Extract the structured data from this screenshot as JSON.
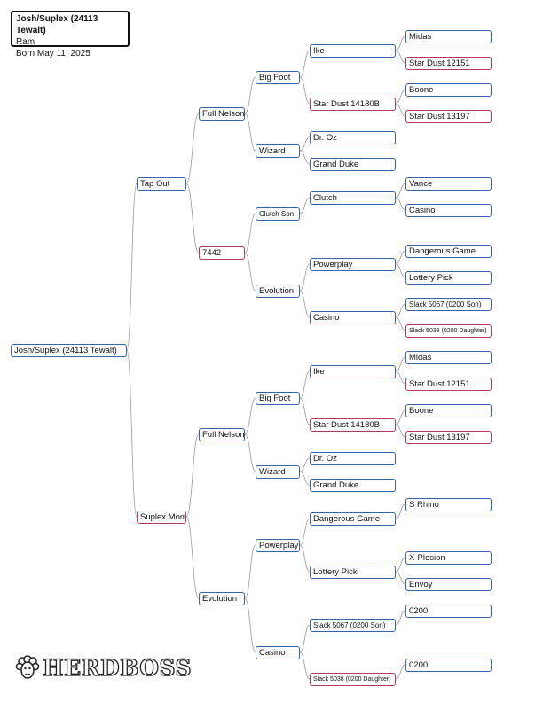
{
  "animal": {
    "name": "Josh/Suplex (24113 Tewalt)",
    "type": "Ram",
    "born": "Born May 11, 2025"
  },
  "logo": {
    "text": "HERDBOSS",
    "icon": "sheep-face-icon"
  },
  "colors": {
    "male": "#3a62a8",
    "female": "#b5375a",
    "line": "#9a9a9a"
  },
  "pedigree": {
    "root": "Josh/Suplex (24113 Tewalt)",
    "sire": {
      "name": "Tap Out",
      "sire": {
        "name": "Full Nelson",
        "sire": {
          "name": "Big Foot",
          "sire": {
            "name": "Ike",
            "sire": "Midas",
            "dam": "Star Dust 12151"
          },
          "dam": {
            "name": "Star Dust 14180B",
            "sire": "Boone",
            "dam": "Star Dust 13197"
          }
        },
        "dam": {
          "name": "Wizard",
          "sire": "Dr. Oz",
          "dam": "Grand Duke"
        }
      },
      "dam": {
        "name": "7442",
        "sire": {
          "name": "Clutch Son",
          "sire": {
            "name": "Clutch",
            "sire": "Vance",
            "dam": "Casino"
          }
        },
        "dam": {
          "name": "Evolution",
          "sire": {
            "name": "Powerplay",
            "sire": "Dangerous Game",
            "dam": "Lottery Pick"
          },
          "dam": {
            "name": "Casino",
            "sire": "Slack 5067 (0200 Son)",
            "dam": "Slack 5038 (0200 Daughter)"
          }
        }
      }
    },
    "dam": {
      "name": "Suplex Mom",
      "sire": {
        "name": "Full Nelson",
        "sire": {
          "name": "Big Foot",
          "sire": {
            "name": "Ike",
            "sire": "Midas",
            "dam": "Star Dust 12151"
          },
          "dam": {
            "name": "Star Dust 14180B",
            "sire": "Boone",
            "dam": "Star Dust 13197"
          }
        },
        "dam": {
          "name": "Wizard",
          "sire": "Dr. Oz",
          "dam": "Grand Duke"
        }
      },
      "dam": {
        "name": "Evolution",
        "sire": {
          "name": "Powerplay",
          "sire": {
            "name": "Dangerous Game",
            "sire": "S Rhino"
          },
          "dam": {
            "name": "Lottery Pick",
            "sire": "X-Plosion",
            "dam": "Envoy"
          }
        },
        "dam": {
          "name": "Casino",
          "sire": {
            "name": "Slack 5067 (0200 Son)",
            "sire": "0200"
          },
          "dam": {
            "name": "Slack 5038 (0200 Daughter)",
            "sire": "0200"
          }
        }
      }
    }
  }
}
